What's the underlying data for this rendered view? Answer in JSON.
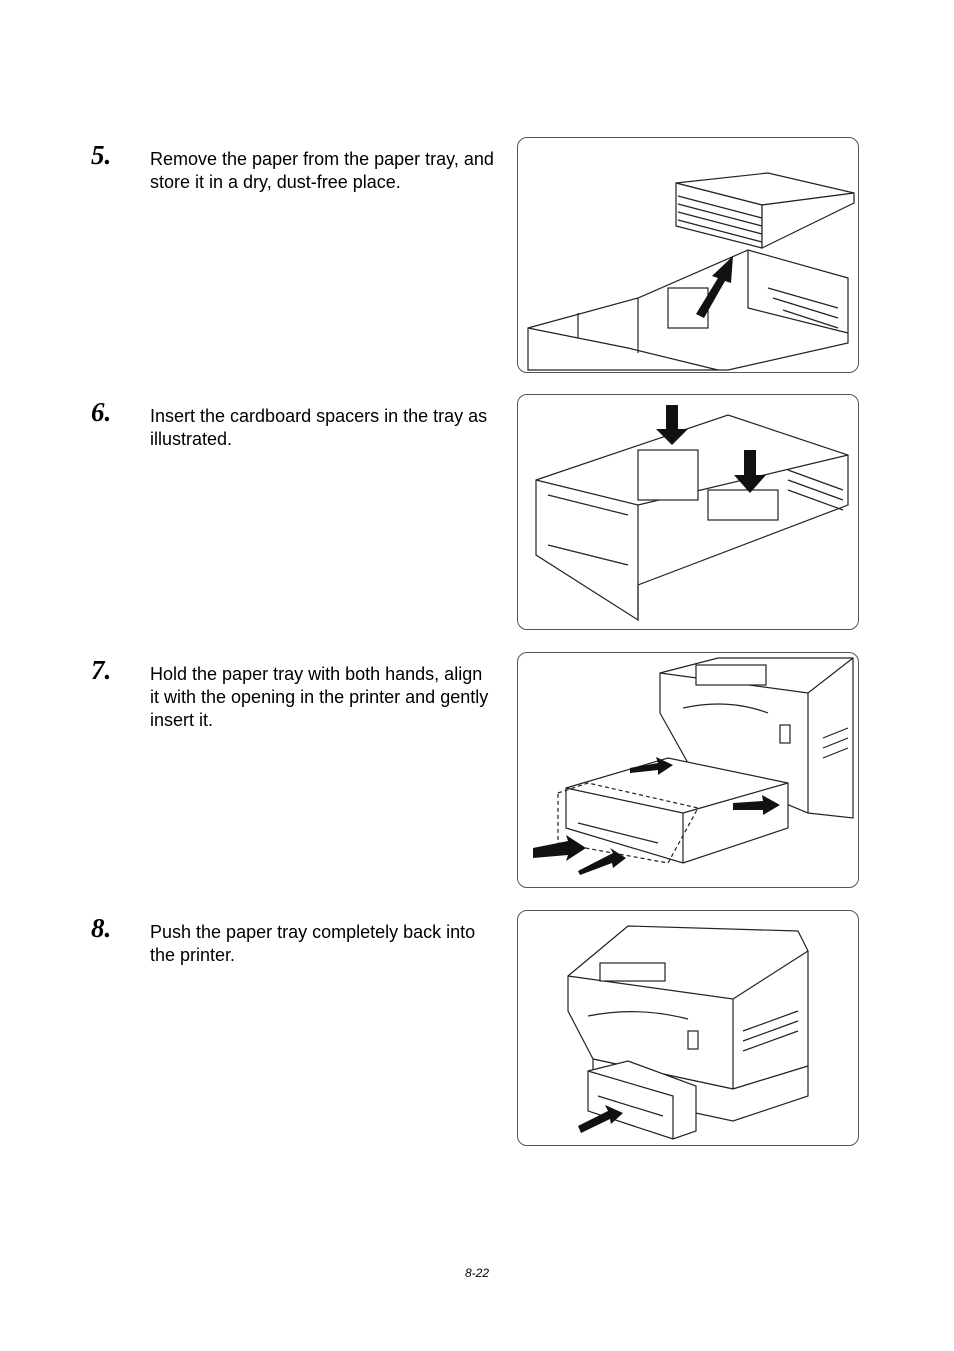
{
  "steps": [
    {
      "number": "5.",
      "text": "Remove the paper from the paper tray, and store it in a dry, dust-free place.",
      "illustration": "paper-stack-removed-from-tray"
    },
    {
      "number": "6.",
      "text": "Insert the cardboard spacers in the tray as illustrated.",
      "illustration": "spacers-inserted-in-tray"
    },
    {
      "number": "7.",
      "text": "Hold the paper tray with both hands, align it with the opening in the printer and gently insert it.",
      "illustration": "tray-aligned-with-printer"
    },
    {
      "number": "8.",
      "text": "Push the paper tray completely back into the printer.",
      "illustration": "tray-pushed-into-printer"
    }
  ],
  "footer": {
    "page_number": "8-22"
  }
}
